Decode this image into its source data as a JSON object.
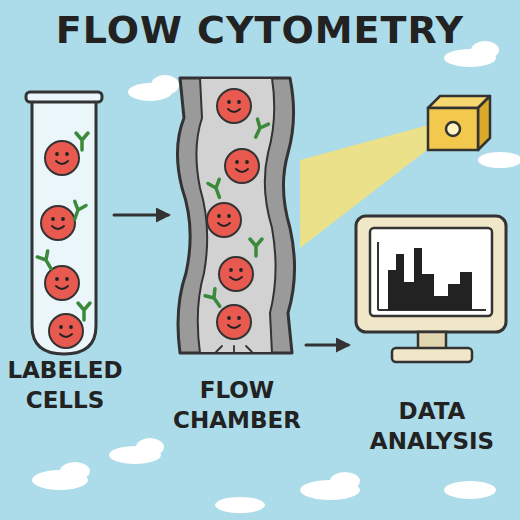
{
  "diagram": {
    "title": "FLOW CYTOMETRY",
    "nodes": [
      {
        "text": [
          "LABELED CELLS"
        ]
      },
      {
        "text": [
          "FLOW CHAMBER"
        ]
      },
      {
        "text": [
          "DATA ANALYSIS"
        ]
      }
    ],
    "edges": [
      {
        "from": 0,
        "to": 1,
        "arrow": "to"
      },
      {
        "from": 1,
        "to": 2,
        "arrow": "to"
      }
    ]
  }
}
